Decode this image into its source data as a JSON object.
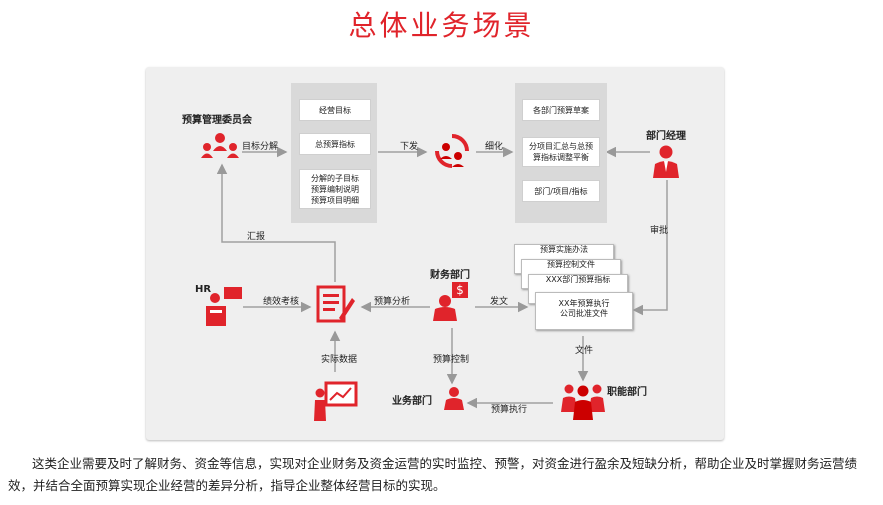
{
  "title": "总体业务场景",
  "nodes": {
    "committee": "预算管理委员会",
    "dept_manager": "部门经理",
    "hr": "HR",
    "finance": "财务部门",
    "functional": "职能部门",
    "business": "业务部门"
  },
  "box_left": [
    "经营目标",
    "总预算指标",
    "分解的子目标\n预算编制说明\n预算项目明细"
  ],
  "box_right": [
    "各部门预算草案",
    "分项目汇总与总预\n算指标调整平衡",
    "部门/项目/指标"
  ],
  "docs": [
    "预算实施办法",
    "预算控制文件",
    "XXX部门预算指标",
    "XX年预算执行\n公司批准文件"
  ],
  "edges": {
    "target_split": "目标分解",
    "issue": "下发",
    "refine": "细化",
    "report": "汇报",
    "approve": "审批",
    "perf": "绩效考核",
    "analysis": "预算分析",
    "send": "发文",
    "actual": "实际数据",
    "control": "预算控制",
    "file": "文件",
    "execute": "预算执行"
  },
  "description": "这类企业需要及时了解财务、资金等信息，实现对企业财务及资金运营的实时监控、预警，对资金进行盈余及短缺分析，帮助企业及时掌握财务运营绩效，并结合全面预算实现企业经营的差异分析，指导企业整体经营目标的实现。"
}
